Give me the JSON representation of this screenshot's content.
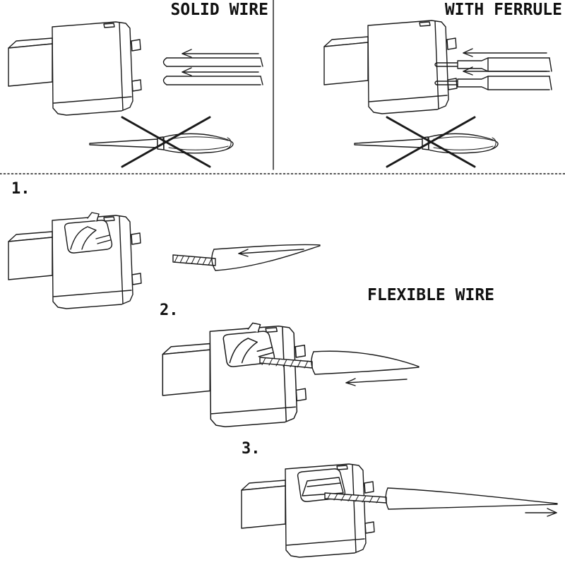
{
  "document": {
    "background": "#ffffff",
    "line_color": "#1a1a1a"
  },
  "panels": {
    "solid_wire": {
      "label": "SOLID WIRE"
    },
    "with_ferrule": {
      "label": "WITH FERRULE"
    },
    "flexible_wire": {
      "label": "FLEXIBLE WIRE"
    }
  },
  "steps": [
    {
      "number": "1."
    },
    {
      "number": "2."
    },
    {
      "number": "3."
    }
  ]
}
